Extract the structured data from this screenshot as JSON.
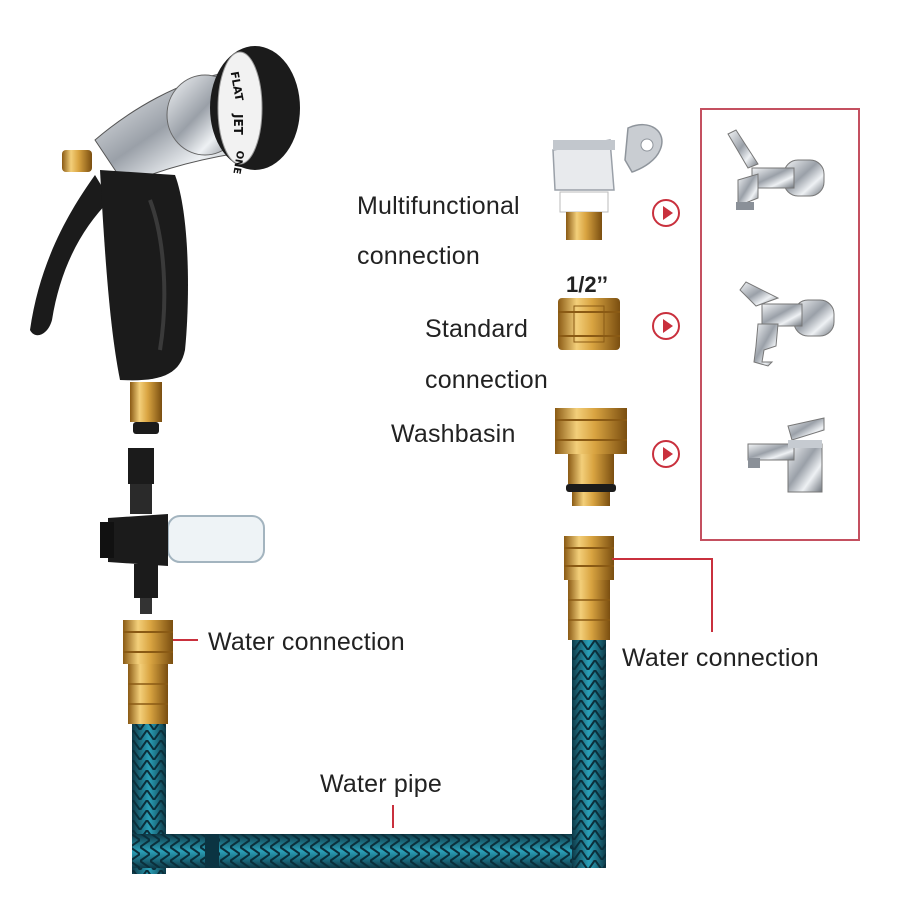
{
  "labels": {
    "multifunctional_line1": "Multifunctional",
    "multifunctional_line2": "connection",
    "size": "1/2’’",
    "standard_line1": "Standard",
    "standard_line2": "connection",
    "washbasin": "Washbasin",
    "water_connection_left": "Water connection",
    "water_connection_right": "Water connection",
    "water_pipe": "Water pipe"
  },
  "nozzle_dial_text": [
    "FLAT",
    "JET",
    "ONE"
  ],
  "colors": {
    "accent_red": "#c9303d",
    "panel_border": "#c45060",
    "brass": "#d9a441",
    "hose_teal": "#1f6f86",
    "grip_black": "#1b1b1b",
    "chrome": "#c8ccd2"
  },
  "icons": {
    "arrows": [
      "chevron-right-icon",
      "chevron-right-icon",
      "chevron-right-icon"
    ],
    "faucets": [
      "wall-tap-icon",
      "garden-tap-icon",
      "basin-mixer-icon"
    ]
  }
}
